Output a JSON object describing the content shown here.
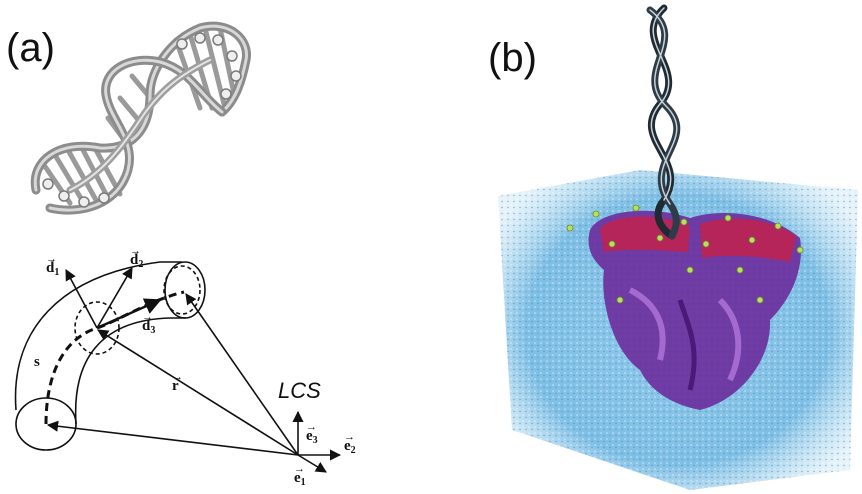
{
  "panels": {
    "a": {
      "label": "(a)",
      "vectors": {
        "d1": {
          "base": "d",
          "sub": "1"
        },
        "d2": {
          "base": "d",
          "sub": "2"
        },
        "d3": {
          "base": "d",
          "sub": "3"
        },
        "e1": {
          "base": "e",
          "sub": "1"
        },
        "e2": {
          "base": "e",
          "sub": "2"
        },
        "e3": {
          "base": "e",
          "sub": "3"
        },
        "r": "r",
        "s": "s"
      },
      "frame_label": "LCS"
    },
    "b": {
      "label": "(b)"
    }
  },
  "colors": {
    "helix_gray": "#8a8a8a",
    "helix_dark": "#1f2a33",
    "water_blue": "#4aa0d0",
    "protein_purple": "#6a2a9a",
    "protein_red": "#c0204a",
    "ion_green": "#b8e05a"
  }
}
